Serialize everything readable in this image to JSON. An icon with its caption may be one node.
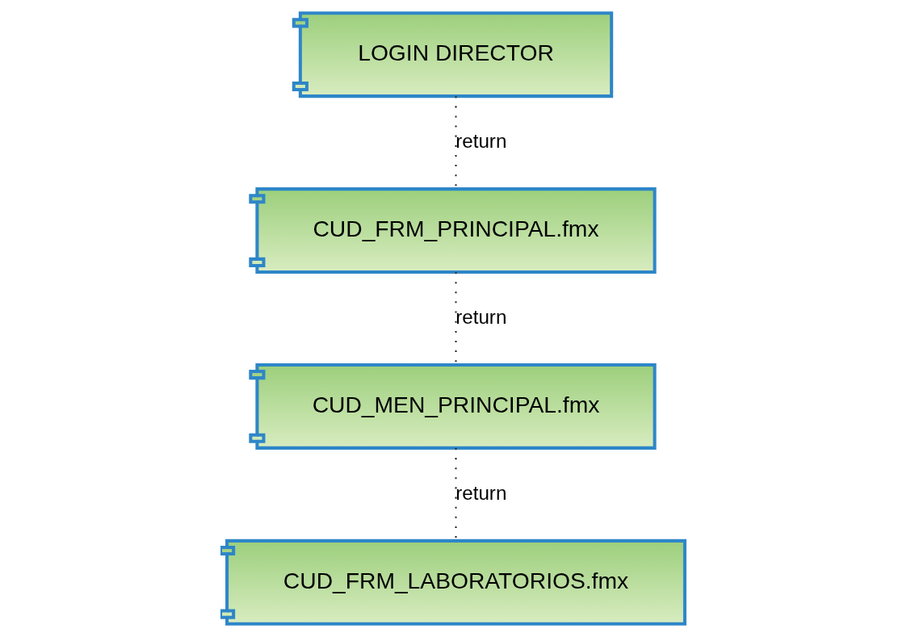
{
  "diagram": {
    "nodes": [
      {
        "text": [
          "LOGIN DIRECTOR"
        ]
      },
      {
        "text": [
          "CUD_FRM_PRINCIPAL.fmx"
        ]
      },
      {
        "text": [
          "CUD_MEN_PRINCIPAL.fmx"
        ]
      },
      {
        "text": [
          "CUD_FRM_LABORATORIOS.fmx"
        ]
      }
    ],
    "edges": [
      {
        "from": 0,
        "to": 1,
        "arrow": "none",
        "label": "return",
        "style": "dashed"
      },
      {
        "from": 1,
        "to": 2,
        "arrow": "none",
        "label": "return",
        "style": "dashed"
      },
      {
        "from": 2,
        "to": 3,
        "arrow": "none",
        "label": "return",
        "style": "dashed"
      }
    ]
  }
}
